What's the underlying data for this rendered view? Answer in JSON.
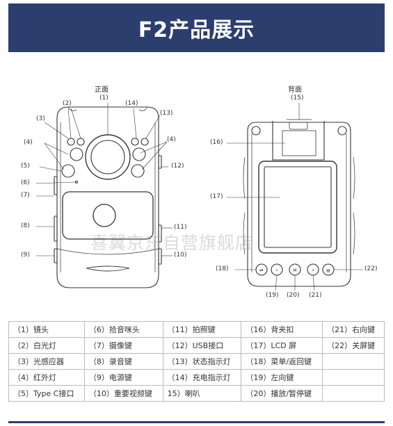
{
  "header": {
    "title": "F2产品展示"
  },
  "diagram": {
    "front_caption": "正面",
    "back_caption": "背面",
    "callouts_front": [
      "(1)",
      "(2)",
      "(3)",
      "(4)",
      "(5)",
      "(6)",
      "(7)",
      "(8)",
      "(9)",
      "(14)",
      "(13)",
      "(4)",
      "(12)",
      "(11)",
      "(10)"
    ],
    "callouts_back": [
      "(15)",
      "(16)",
      "(17)",
      "(18)",
      "(19)",
      "(20)",
      "(21)",
      "(22)"
    ],
    "watermark": "喜翼京东自营旗舰店"
  },
  "legend": {
    "rows": [
      [
        "（1）镜头",
        "（6）拾音咪头",
        "（11）拍照键",
        "（16）背夹扣",
        "（21）右向键"
      ],
      [
        "（2）白光灯",
        "（7）摄像键",
        "（12）USB接口",
        "（17）LCD 屏",
        "（22）关屏键"
      ],
      [
        "（3）光感应器",
        "（8）录音键",
        "（13）状态指示灯",
        "（18）菜单/返回键",
        ""
      ],
      [
        "（4）红外灯",
        "（9）电源键",
        "（14）充电指示灯",
        "（19）左向键",
        ""
      ],
      [
        "（5）Type C接口",
        "（10）重要视频键",
        "15）喇叭",
        "（20）播放/暂停键",
        ""
      ]
    ]
  }
}
